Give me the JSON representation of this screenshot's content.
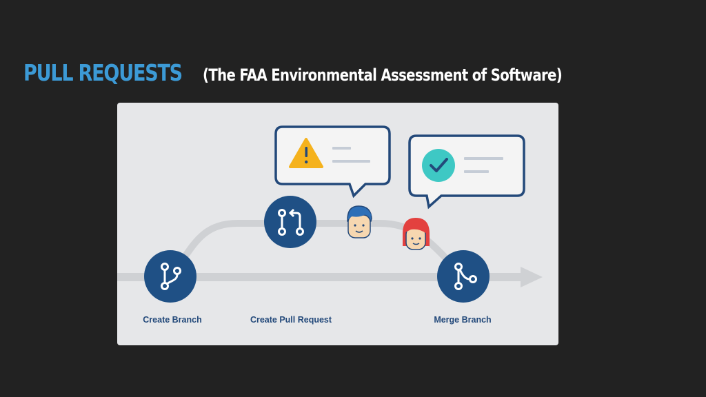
{
  "slide": {
    "title": "PULL REQUESTS",
    "subtitle": "(The FAA Environmental Assessment of Software)"
  },
  "diagram": {
    "steps": [
      {
        "label": "Create Branch",
        "icon": "git-branch-icon"
      },
      {
        "label": "Create Pull Request",
        "icon": "git-pull-request-icon"
      },
      {
        "label": "Merge Branch",
        "icon": "git-merge-icon"
      }
    ],
    "bubbles": [
      {
        "icon": "warning-icon",
        "accent": "#f5b21d"
      },
      {
        "icon": "checkmark-icon",
        "accent": "#3ec8c4"
      }
    ],
    "reviewers": [
      "male-reviewer-avatar",
      "female-reviewer-avatar"
    ],
    "colors": {
      "node": "#1f5085",
      "bubble_border": "#23497a",
      "track": "#cfd1d4",
      "label": "#23497a"
    }
  }
}
